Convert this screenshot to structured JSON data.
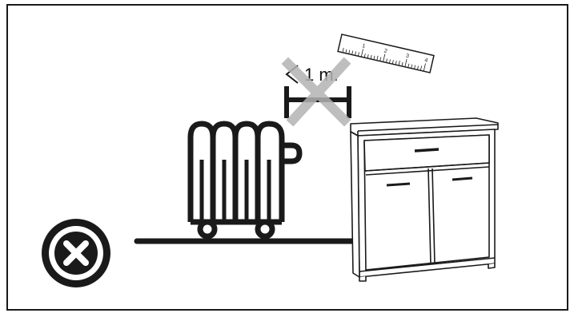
{
  "illustration": {
    "distance_label": "1 m.",
    "ruler_numbers": [
      "1",
      "2",
      "3",
      "4"
    ],
    "colors": {
      "line": "#1a1a1a",
      "prohibited_cross": "#b3b3b3",
      "background": "#ffffff"
    },
    "icons": [
      "close-circle-icon",
      "ruler-icon",
      "radiator-icon",
      "cabinet-icon"
    ]
  }
}
